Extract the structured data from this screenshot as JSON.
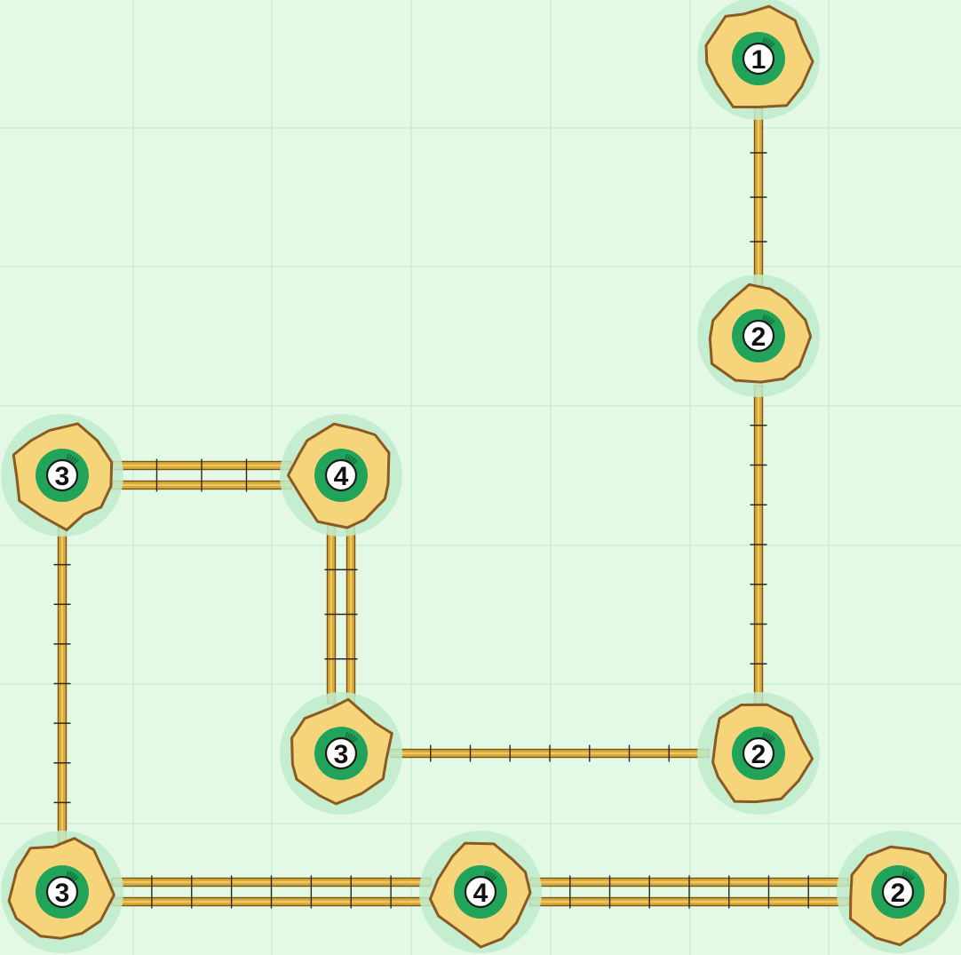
{
  "puzzle": {
    "name": "Bridges",
    "colors": {
      "background": "#e3f9e5",
      "grid_line": "#c4ead0",
      "island_fill": "#f6d47a",
      "island_stroke": "#8a5a22",
      "ring_green": "#22a35a",
      "halo": "#bfeccc",
      "bridge_fill": "#d9a93a",
      "bridge_stroke": "#7a5416",
      "tick": "#2c2a1c"
    },
    "grid": {
      "cols": 7,
      "rows": 7
    },
    "islands": [
      {
        "id": "i1",
        "col": 5,
        "row": 0,
        "label": "1"
      },
      {
        "id": "i2",
        "col": 5,
        "row": 2,
        "label": "2"
      },
      {
        "id": "i3",
        "col": 0,
        "row": 3,
        "label": "3"
      },
      {
        "id": "i4",
        "col": 2,
        "row": 3,
        "label": "4"
      },
      {
        "id": "i5",
        "col": 2,
        "row": 5,
        "label": "3"
      },
      {
        "id": "i6",
        "col": 5,
        "row": 5,
        "label": "2"
      },
      {
        "id": "i7",
        "col": 0,
        "row": 6,
        "label": "3"
      },
      {
        "id": "i8",
        "col": 3,
        "row": 6,
        "label": "4"
      },
      {
        "id": "i9",
        "col": 6,
        "row": 6,
        "label": "2"
      }
    ],
    "bridges": [
      {
        "from": "i1",
        "to": "i2",
        "count": 1
      },
      {
        "from": "i2",
        "to": "i6",
        "count": 1
      },
      {
        "from": "i3",
        "to": "i4",
        "count": 2
      },
      {
        "from": "i3",
        "to": "i7",
        "count": 1
      },
      {
        "from": "i4",
        "to": "i5",
        "count": 2
      },
      {
        "from": "i5",
        "to": "i6",
        "count": 1
      },
      {
        "from": "i7",
        "to": "i8",
        "count": 2
      },
      {
        "from": "i8",
        "to": "i9",
        "count": 2
      }
    ]
  }
}
